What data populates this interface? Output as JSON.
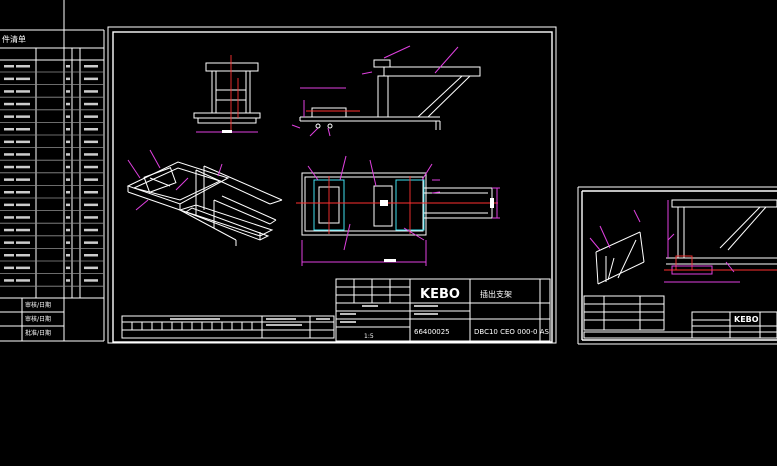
{
  "left_sheet": {
    "title_fragment": "件清单",
    "row_labels": [
      "审核/日期",
      "审核/日期",
      "批准/日期"
    ]
  },
  "main_sheet": {
    "logo": "KEBO",
    "drawing_title": "插出支架",
    "drawing_number": "DBC10 CEO 000-0 AS",
    "part_code": "66400025",
    "scale_note": "1:5"
  },
  "right_sheet": {
    "logo": "KEBO"
  },
  "colors": {
    "background": "#000000",
    "lines": "#ffffff",
    "dimensions": "#e040e0",
    "centerlines": "#ff3030",
    "highlight": "#40e0f0"
  }
}
